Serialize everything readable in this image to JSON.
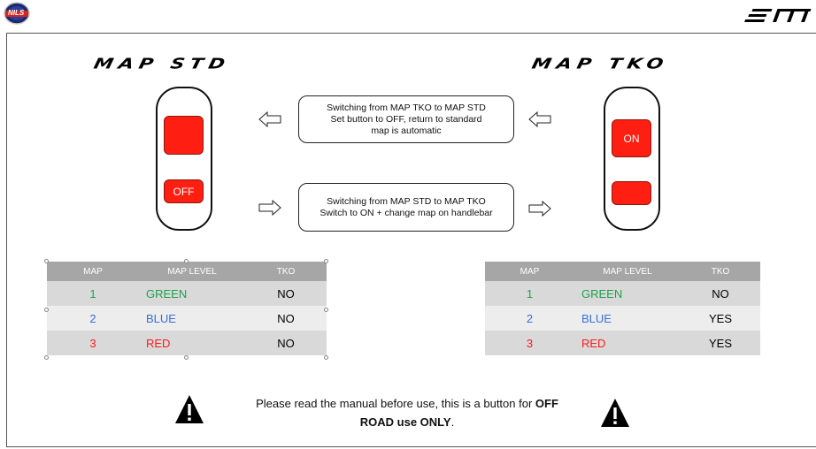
{
  "logos": {
    "left_logo_text": "NILS",
    "right_logo_text": "EM"
  },
  "titles": {
    "std": "MAP STD",
    "tko": "MAP TKO"
  },
  "switch_std": {
    "lower_label": "OFF"
  },
  "switch_tko": {
    "upper_label": "ON"
  },
  "callouts": {
    "top": [
      "Switching from MAP TKO to MAP STD",
      "Set button to OFF, return to standard",
      "map is automatic"
    ],
    "bottom": [
      "Switching from MAP STD to MAP TKO",
      "Switch to ON + change map on handlebar"
    ]
  },
  "tables": {
    "headers": [
      "MAP",
      "MAP LEVEL",
      "TKO"
    ],
    "std": [
      {
        "map": "1",
        "level": "GREEN",
        "tko": "NO"
      },
      {
        "map": "2",
        "level": "BLUE",
        "tko": "NO"
      },
      {
        "map": "3",
        "level": "RED",
        "tko": "NO"
      }
    ],
    "tko": [
      {
        "map": "1",
        "level": "GREEN",
        "tko": "NO"
      },
      {
        "map": "2",
        "level": "BLUE",
        "tko": "YES"
      },
      {
        "map": "3",
        "level": "RED",
        "tko": "YES"
      }
    ]
  },
  "level_colors": {
    "green": "#1aa34a",
    "blue": "#3a6fd8",
    "red": "#ff1a1a"
  },
  "accent_red": "#fe1f12",
  "warning": {
    "prefix": "Please read the manual before use, this is a button for ",
    "bold1": "OFF",
    "bold2": "ROAD use ONLY",
    "suffix": "."
  }
}
